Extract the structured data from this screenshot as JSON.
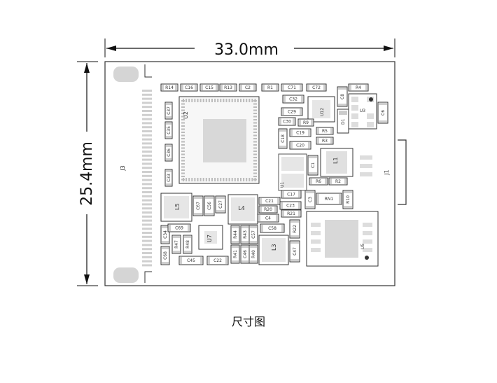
{
  "dimensions": {
    "width": "33.0mm",
    "height": "25.4mm"
  },
  "caption": "尺寸图",
  "connectors": {
    "left": "J3",
    "right": "J1"
  },
  "chips": {
    "main": "U2",
    "u12": "U12",
    "u3": "U3",
    "u1": "U1",
    "u5": "U5",
    "u7": "U7",
    "d1": "D1"
  },
  "inductors": {
    "l1": "L1",
    "l3": "L3",
    "l4": "L4",
    "l5": "L5"
  },
  "top_row": [
    "R14",
    "C16",
    "C15",
    "R13",
    "C2",
    "R1",
    "C71",
    "C72",
    "R4"
  ],
  "left_col": [
    "C37",
    "C35",
    "C36",
    "C33"
  ],
  "mid": {
    "c8": "C8",
    "c32": "C32",
    "c6": "C6",
    "c29": "C29",
    "c30": "C30",
    "r9": "R9",
    "r5": "R5",
    "c18": "C18",
    "c19": "C19",
    "r3": "R3",
    "c20": "C20",
    "c1": "C1",
    "r6": "R6",
    "r2": "R2",
    "c17": "C17",
    "c21": "C21",
    "c3": "C3",
    "rn1": "RN1",
    "r10": "R10",
    "c23": "C23",
    "r20": "R20",
    "r21": "R21",
    "c4": "C4"
  },
  "bottom": {
    "c67": "C67",
    "c56": "C56",
    "c27": "C27",
    "c34": "C34",
    "c69": "C69",
    "r47": "R47",
    "r48": "R48",
    "c68": "C68",
    "c45": "C45",
    "c22": "C22",
    "r44": "R44",
    "r43": "R43",
    "c57": "C57",
    "c58": "C58",
    "r22": "R22",
    "r41": "R41",
    "c46": "C46",
    "r40": "R40",
    "c47": "C47"
  }
}
